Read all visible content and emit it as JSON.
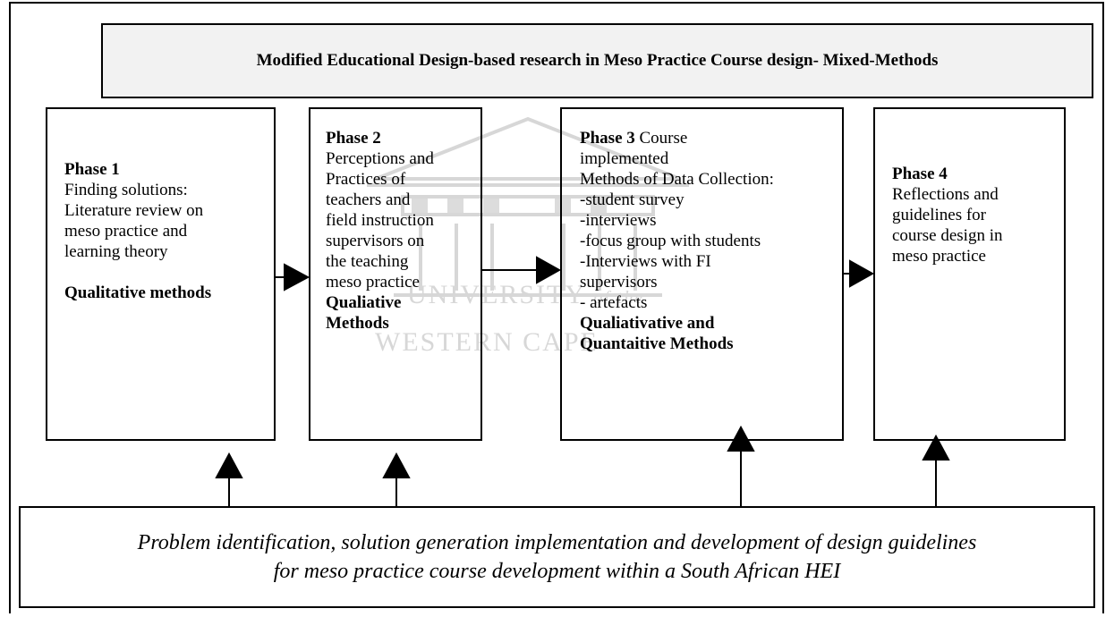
{
  "diagram": {
    "title": "Modified Educational Design-based research in Meso Practice Course design- Mixed-Methods",
    "phases": [
      {
        "lines": [
          {
            "text": "Phase 1",
            "bold": true
          },
          {
            "text": "Finding solutions:",
            "bold": false
          },
          {
            "text": "Literature review on",
            "bold": false
          },
          {
            "text": "meso practice and",
            "bold": false
          },
          {
            "text": "learning theory",
            "bold": false
          },
          {
            "text": "",
            "bold": false
          },
          {
            "text": "Qualitative methods",
            "bold": true
          }
        ]
      },
      {
        "lines": [
          {
            "text": "Phase 2",
            "bold": true
          },
          {
            "text": "Perceptions and",
            "bold": false
          },
          {
            "text": "Practices of",
            "bold": false
          },
          {
            "text": "teachers and",
            "bold": false
          },
          {
            "text": "field instruction",
            "bold": false
          },
          {
            "text": "supervisors on",
            "bold": false
          },
          {
            "text": "the teaching",
            "bold": false
          },
          {
            "text": "meso practice",
            "bold": false
          },
          {
            "text": "Qualiative",
            "bold": true
          },
          {
            "text": "Methods",
            "bold": true
          }
        ]
      },
      {
        "heading_bold": "Phase 3",
        "heading_rest": " Course",
        "lines": [
          {
            "text": "implemented",
            "bold": false
          },
          {
            "text": "Methods of Data Collection:",
            "bold": false
          },
          {
            "text": "-student survey",
            "bold": false
          },
          {
            "text": "-interviews",
            "bold": false
          },
          {
            "text": "-focus group with students",
            "bold": false
          },
          {
            "text": "-Interviews with FI",
            "bold": false
          },
          {
            "text": "supervisors",
            "bold": false
          },
          {
            "text": "- artefacts",
            "bold": false
          },
          {
            "text": "Qualiativative and",
            "bold": true
          },
          {
            "text": "Quantaitive Methods",
            "bold": true
          }
        ]
      },
      {
        "lines": [
          {
            "text": "Phase 4",
            "bold": true
          },
          {
            "text": "Reflections and",
            "bold": false
          },
          {
            "text": "guidelines for",
            "bold": false
          },
          {
            "text": "course design in",
            "bold": false
          },
          {
            "text": "meso practice",
            "bold": false
          }
        ]
      }
    ],
    "bottom_lines": [
      "Problem identification, solution generation implementation and development of design guidelines",
      "for meso practice course development within a South African HEI"
    ]
  },
  "watermark": {
    "line1": "UNIVERSITY",
    "line1_small": "of the",
    "line2": "WESTERN CAPE"
  },
  "colors": {
    "title_fill": "#f2f2f2",
    "watermark": "#d7d7d7",
    "stroke": "#000000"
  }
}
